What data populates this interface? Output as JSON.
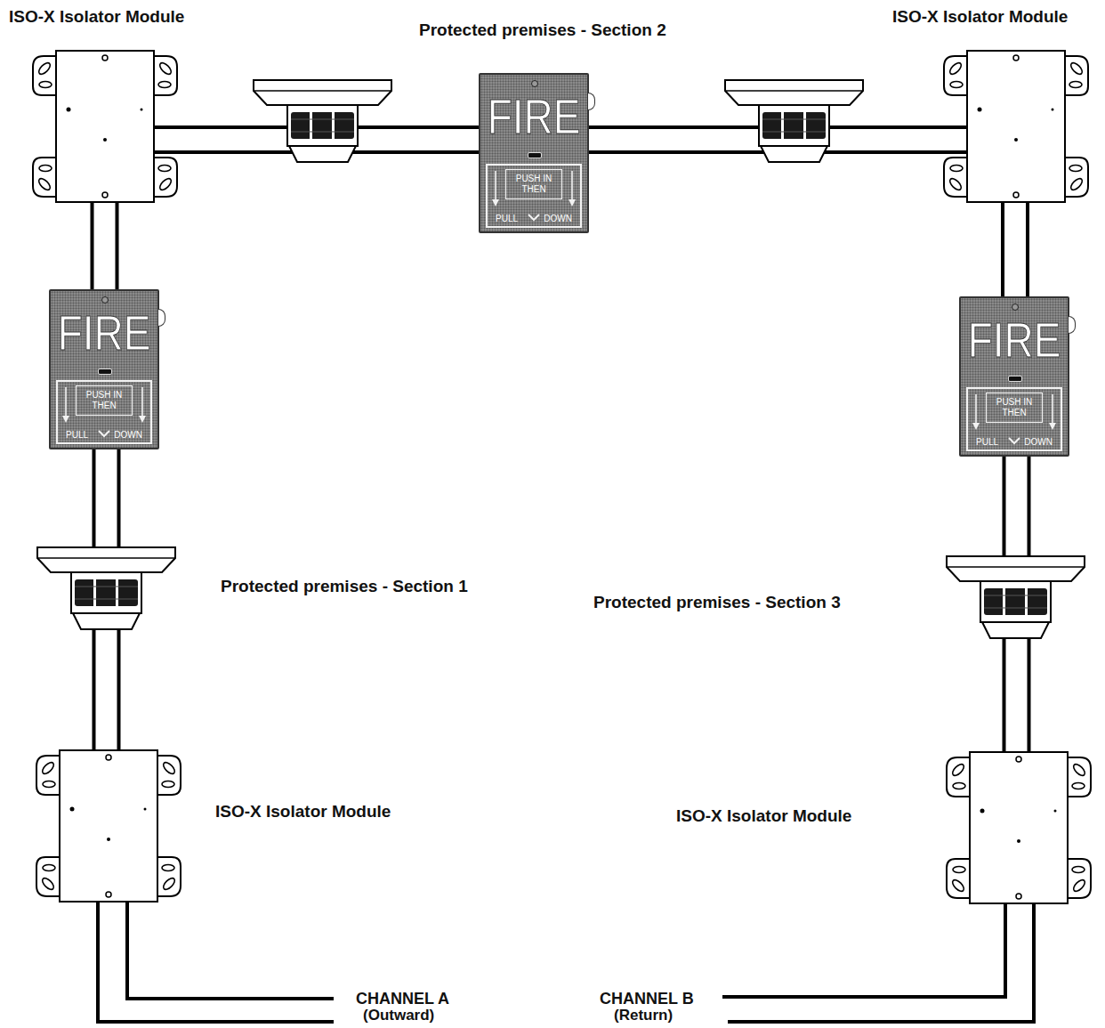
{
  "diagram": {
    "nodes": [
      {
        "text": [
          "ISO-X Isolator Module"
        ]
      },
      {
        "text": [
          "ISO-X Isolator Module"
        ]
      },
      {
        "text": [
          "FIRE",
          "PUSH IN THEN",
          "PULL",
          "DOWN"
        ]
      },
      {
        "text": [
          "FIRE",
          "PUSH IN THEN",
          "PULL",
          "DOWN"
        ]
      },
      {
        "text": [
          "FIRE",
          "PUSH IN THEN",
          "PULL",
          "DOWN"
        ]
      },
      {
        "text": [
          "ISO-X Isolator Module"
        ]
      },
      {
        "text": [
          "ISO-X Isolator Module"
        ]
      }
    ],
    "edges": [
      {
        "from": 5,
        "to": 3,
        "arrow": "none"
      },
      {
        "from": 3,
        "to": 0,
        "arrow": "none"
      },
      {
        "from": 0,
        "to": 2,
        "arrow": "none"
      },
      {
        "from": 2,
        "to": 1,
        "arrow": "none"
      },
      {
        "from": 1,
        "to": 4,
        "arrow": "none"
      },
      {
        "from": 4,
        "to": 6,
        "arrow": "none"
      }
    ],
    "labels": [
      "Protected premises - Section 2",
      "Protected premises - Section 1",
      "Protected premises - Section 3",
      "CHANNEL A",
      "(Outward)",
      "CHANNEL B",
      "(Return)"
    ]
  }
}
